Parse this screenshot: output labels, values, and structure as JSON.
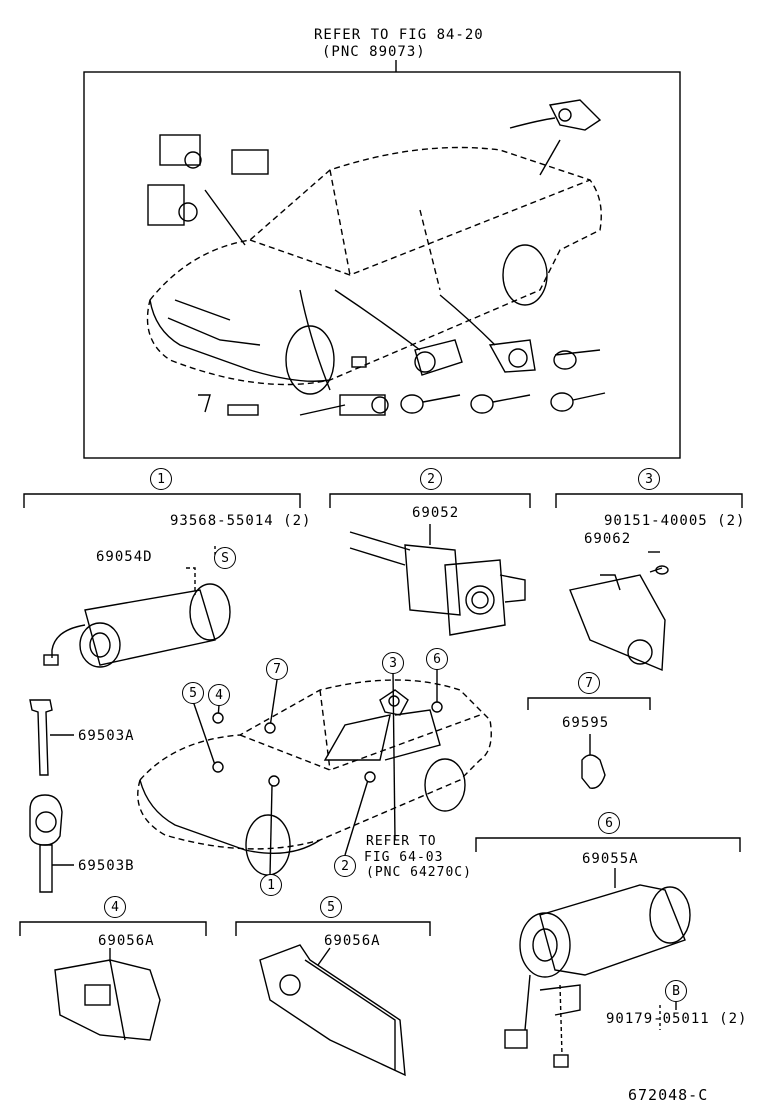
{
  "header": {
    "refer_line1": "REFER TO FIG 84-20",
    "refer_line2": "(PNC 89073)"
  },
  "sections": {
    "s1": {
      "index": "1",
      "part_main": "69054D",
      "part_screw": "93568-55014 (2)",
      "screw_symbol": "S",
      "key_blank": "69503A",
      "key": "69503B"
    },
    "s2": {
      "index": "2",
      "part": "69052"
    },
    "s3": {
      "index": "3",
      "part": "69062",
      "part_screw": "90151-40005 (2)"
    },
    "s4": {
      "index": "4",
      "part": "69056A"
    },
    "s5": {
      "index": "5",
      "part": "69056A"
    },
    "s6": {
      "index": "6",
      "part": "69055A",
      "part_bolt": "90179-05011 (2)",
      "bolt_symbol": "B"
    },
    "s7": {
      "index": "7",
      "part": "69595"
    }
  },
  "car_callouts": [
    "7",
    "5",
    "4",
    "3",
    "6",
    "1",
    "2"
  ],
  "car_refer": {
    "line1": "REFER TO",
    "line2": "FIG 64-03",
    "line3": "(PNC 64270C)"
  },
  "footer": {
    "code": "672048-C"
  }
}
